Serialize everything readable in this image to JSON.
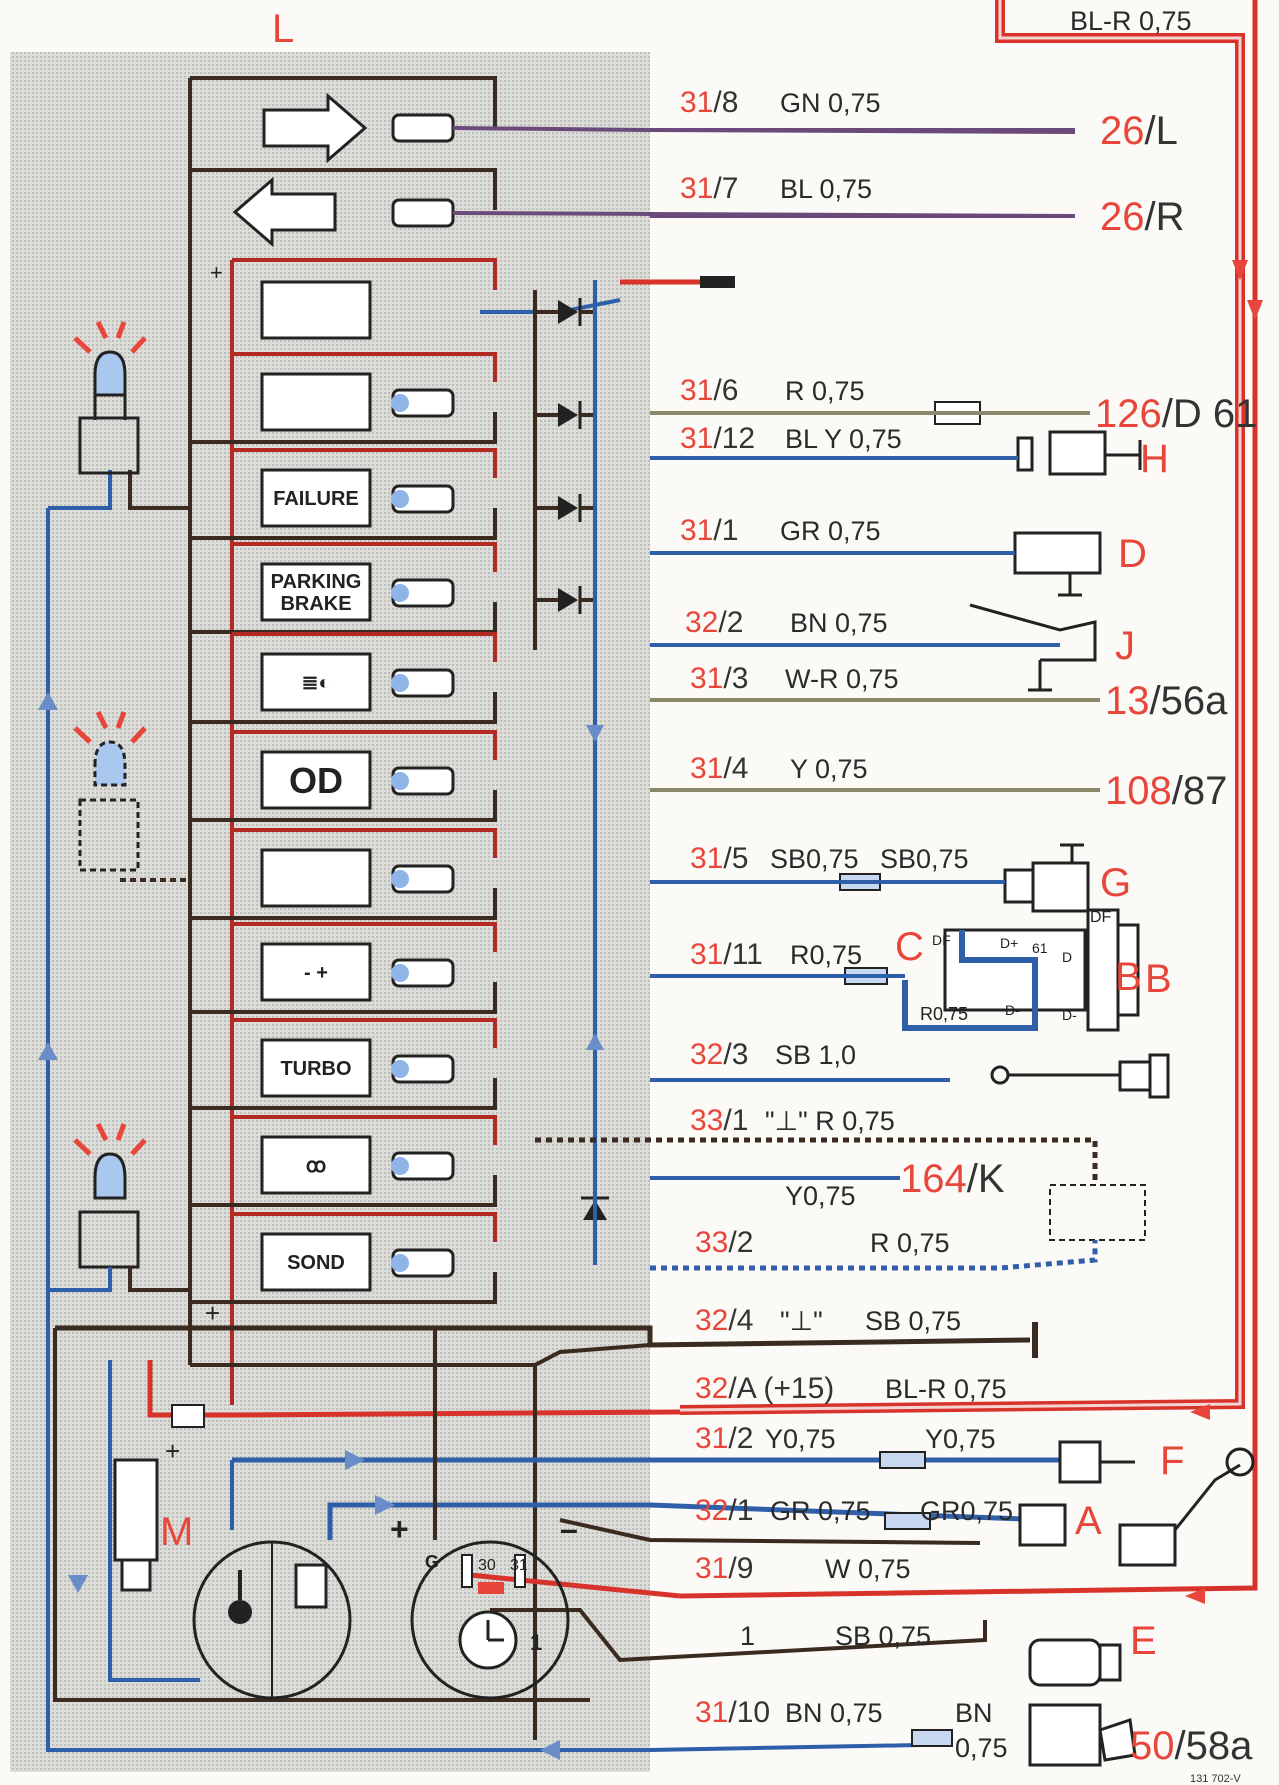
{
  "top_label": "BL-R 0,75",
  "panel_label": "L",
  "figure_ref": "131 702-V",
  "wires": [
    {
      "id": "31/8",
      "spec": "GN 0,75",
      "dest_num": "26",
      "dest_suffix": "L"
    },
    {
      "id": "31/7",
      "spec": "BL 0,75",
      "dest_num": "26",
      "dest_suffix": "R"
    },
    {
      "id": "31/6",
      "spec": "R 0,75",
      "dest_num": "126",
      "dest_suffix": "D 61"
    },
    {
      "id": "31/12",
      "spec": "BL Y 0,75",
      "dest_num": "",
      "dest_suffix": "H"
    },
    {
      "id": "31/1",
      "spec": "GR 0,75",
      "dest_num": "",
      "dest_suffix": "D"
    },
    {
      "id": "32/2",
      "spec": "BN 0,75",
      "dest_num": "",
      "dest_suffix": "J"
    },
    {
      "id": "31/3",
      "spec": "W-R 0,75",
      "dest_num": "13",
      "dest_suffix": "56a"
    },
    {
      "id": "31/4",
      "spec": "Y 0,75",
      "dest_num": "108",
      "dest_suffix": "87"
    },
    {
      "id": "31/5",
      "spec": "SB0,75",
      "spec2": "SB0,75",
      "dest_num": "",
      "dest_suffix": "G"
    },
    {
      "id": "31/11",
      "spec": "R0,75",
      "dest_num": "",
      "dest_suffix": "B"
    },
    {
      "id": "32/3",
      "spec": "SB 1,0",
      "dest_num": "",
      "dest_suffix": ""
    },
    {
      "id": "33/1",
      "spec": "\"⊥\" R 0,75",
      "dest_num": "",
      "dest_suffix": ""
    },
    {
      "id": "",
      "spec": "Y0,75",
      "dest_num": "164",
      "dest_suffix": "K"
    },
    {
      "id": "33/2",
      "spec": "R 0,75",
      "dest_num": "",
      "dest_suffix": ""
    },
    {
      "id": "32/4",
      "spec": "\"⊥\"",
      "spec2": "SB 0,75",
      "dest_num": "",
      "dest_suffix": ""
    },
    {
      "id": "32/A (+15)",
      "spec": "BL-R 0,75",
      "dest_num": "",
      "dest_suffix": ""
    },
    {
      "id": "31/2",
      "spec": "Y0,75",
      "spec2": "Y0,75",
      "dest_num": "",
      "dest_suffix": "F"
    },
    {
      "id": "32/1",
      "spec": "GR 0,75",
      "spec2": "GR0,75",
      "dest_num": "",
      "dest_suffix": "A"
    },
    {
      "id": "31/9",
      "spec": "W 0,75",
      "dest_num": "",
      "dest_suffix": ""
    },
    {
      "id": "1",
      "spec": "SB 0,75",
      "dest_num": "",
      "dest_suffix": "E"
    },
    {
      "id": "31/10",
      "spec": "BN 0,75",
      "spec2": "BN",
      "spec3": "0,75",
      "dest_num": "50",
      "dest_suffix": "58a"
    }
  ],
  "panel_items": [
    {
      "name": "left-arrow-lamp",
      "text": ""
    },
    {
      "name": "right-arrow-lamp",
      "text": ""
    },
    {
      "name": "blank-lamp",
      "text": ""
    },
    {
      "name": "seatbelt-lamp",
      "text": ""
    },
    {
      "name": "failure-lamp",
      "text": "FAILURE"
    },
    {
      "name": "parking-brake-lamp",
      "text": "PARKING BRAKE"
    },
    {
      "name": "high-beam-lamp",
      "text": "≣◐"
    },
    {
      "name": "overdrive-lamp",
      "text": "OD"
    },
    {
      "name": "oil-pressure-lamp",
      "text": ""
    },
    {
      "name": "charge-lamp",
      "text": "- +"
    },
    {
      "name": "turbo-lamp",
      "text": "TURBO"
    },
    {
      "name": "glow-lamp",
      "text": "ꝏ"
    },
    {
      "name": "lambda-lamp",
      "text": "SOND"
    }
  ],
  "components": {
    "C": "C",
    "B": "B",
    "DF": "DF",
    "D_plus": "D+",
    "D": "D",
    "D_minus": "D-",
    "D61": "61",
    "M": "M",
    "R075": "R0,75",
    "gauge_labels": {
      "g": "G",
      "30": "30",
      "31": "31",
      "one": "1"
    }
  },
  "colors": {
    "red": "#d8332b",
    "blue": "#2f5fa8",
    "dark": "#3a2a20",
    "label_red": "#e8463a"
  }
}
